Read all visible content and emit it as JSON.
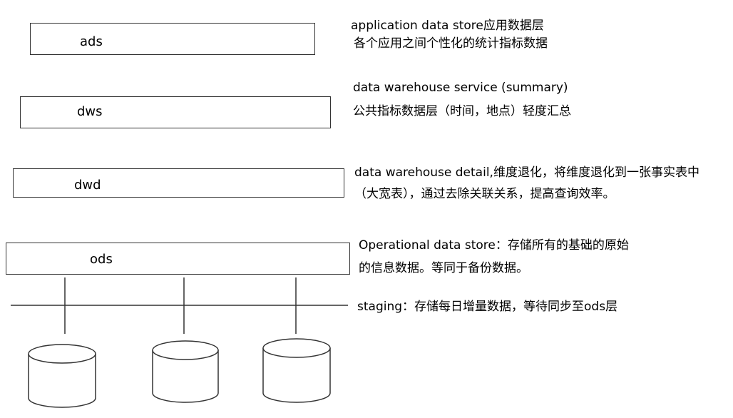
{
  "layers": {
    "ads": {
      "label": "ads",
      "desc_line1": "application data store应用数据层",
      "desc_line2": "各个应用之间个性化的统计指标数据"
    },
    "dws": {
      "label": "dws",
      "desc_line1": "data warehouse service (summary)",
      "desc_line2": "公共指标数据层（时间，地点）轻度汇总"
    },
    "dwd": {
      "label": "dwd",
      "desc_line1": "data warehouse detail,维度退化，将维度退化到一张事实表中",
      "desc_line2": "（大宽表），通过去除关联关系，提高查询效率。"
    },
    "ods": {
      "label": "ods",
      "desc_line1": "Operational data store：存储所有的基础的原始",
      "desc_line2": "的信息数据。等同于备份数据。"
    }
  },
  "staging": {
    "desc": "staging：存储每日增量数据，等待同步至ods层"
  },
  "source_databases": {
    "count": 3,
    "icon": "database-cylinder-icon"
  }
}
